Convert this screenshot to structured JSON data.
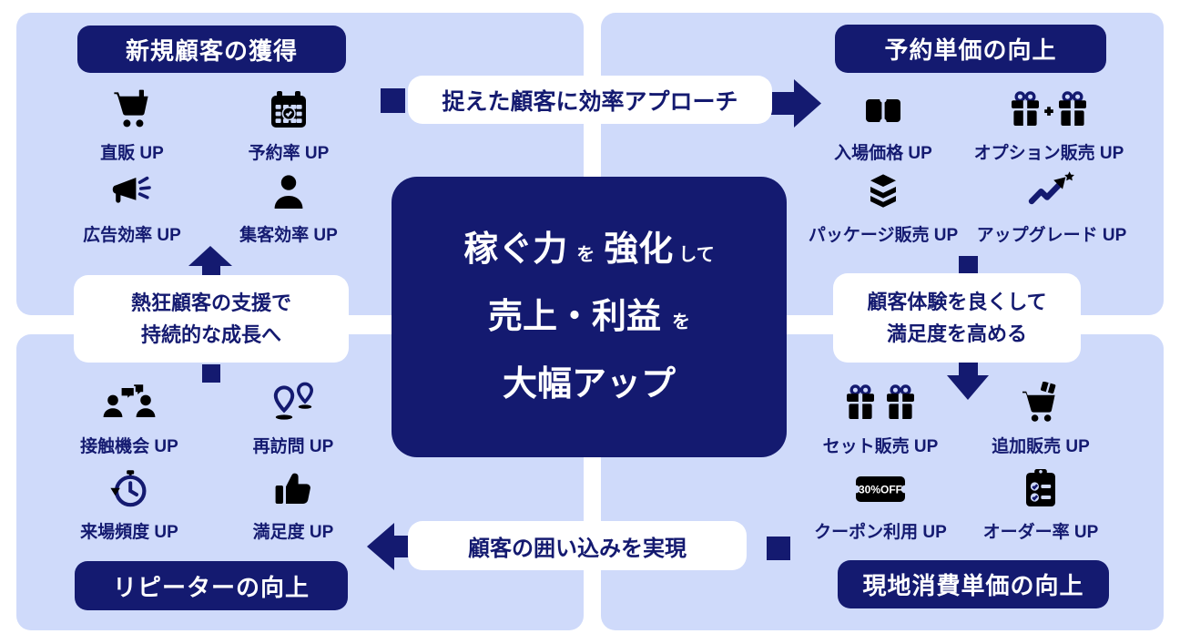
{
  "palette": {
    "navy": "#141a70",
    "panel": "#cfdafa",
    "page": "#ffffff"
  },
  "center_box": {
    "line1": {
      "seg1": "稼ぐ力",
      "seg2": "を",
      "seg3": "強化",
      "seg4": "して"
    },
    "line2": {
      "seg1": "売上・利益",
      "seg2": "を"
    },
    "line3": {
      "seg1": "大幅アップ"
    }
  },
  "quadrants": [
    {
      "title": "新規顧客の獲得",
      "items": [
        {
          "icon": "cart",
          "label": "直販 UP"
        },
        {
          "icon": "calendar-check",
          "label": "予約率 UP"
        },
        {
          "icon": "megaphone",
          "label": "広告効率 UP"
        },
        {
          "icon": "person",
          "label": "集客効率 UP"
        }
      ]
    },
    {
      "title": "予約単価の向上",
      "items": [
        {
          "icon": "ticket",
          "label": "入場価格 UP"
        },
        {
          "icon": "gift-plus",
          "label": "オプション販売 UP"
        },
        {
          "icon": "layers",
          "label": "パッケージ販売 UP"
        },
        {
          "icon": "trend-up-star",
          "label": "アップグレード UP"
        }
      ]
    },
    {
      "title": "リピーターの向上",
      "items": [
        {
          "icon": "people-chat",
          "label": "接触機会 UP"
        },
        {
          "icon": "map-pins",
          "label": "再訪問 UP"
        },
        {
          "icon": "history-clock",
          "label": "来場頻度 UP"
        },
        {
          "icon": "thumbs-up",
          "label": "満足度 UP"
        }
      ]
    },
    {
      "title": "現地消費単価の向上",
      "items": [
        {
          "icon": "double-gift",
          "label": "セット販売 UP"
        },
        {
          "icon": "cart-gift",
          "label": "追加販売 UP"
        },
        {
          "icon": "coupon",
          "label": "クーポン利用 UP",
          "badge": "30%OFF"
        },
        {
          "icon": "clipboard-check",
          "label": "オーダー率 UP"
        }
      ]
    }
  ],
  "connectors": {
    "top": {
      "label": "捉えた顧客に効率アプローチ"
    },
    "right": {
      "line1": "顧客体験を良くして",
      "line2": "満足度を高める"
    },
    "bottom": {
      "label": "顧客の囲い込みを実現"
    },
    "left": {
      "line1": "熱狂顧客の支援で",
      "line2": "持続的な成長へ"
    }
  }
}
